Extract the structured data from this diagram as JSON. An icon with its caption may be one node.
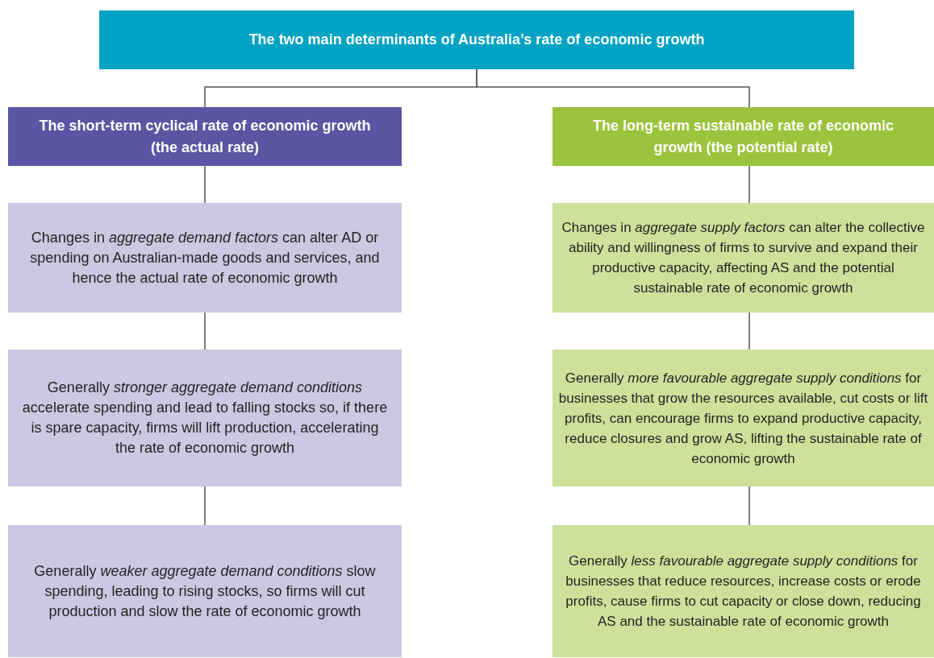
{
  "diagram": {
    "nodes": [
      {
        "text": [
          "The two main determinants of Australia’s rate of economic growth"
        ]
      },
      {
        "text": [
          "The short-term cyclical rate of economic growth (the actual rate)"
        ]
      },
      {
        "text": [
          "Changes in *aggregate demand factors* can alter AD or spending on Australian-made goods and services, and hence the actual rate of economic growth"
        ]
      },
      {
        "text": [
          "Generally *stronger aggregate demand conditions* accelerate spending and lead to falling stocks so, if there is spare capacity, firms will lift production, accelerating the rate of economic growth"
        ]
      },
      {
        "text": [
          "Generally *weaker aggregate demand conditions* slow spending, leading to rising stocks, so firms will cut production and slow the rate of economic growth"
        ]
      },
      {
        "text": [
          "The long-term sustainable rate of economic growth (the potential rate)"
        ]
      },
      {
        "text": [
          "Changes in *aggregate supply factors* can alter the collective ability and willingness of firms to survive and expand their productive capacity, affecting AS and the potential sustainable rate of economic growth"
        ]
      },
      {
        "text": [
          "Generally *more favourable aggregate supply conditions* for businesses that grow the resources available, cut costs or lift profits, can encourage firms to expand productive capacity, reduce closures and grow AS, lifting the sustainable rate of economic growth"
        ]
      },
      {
        "text": [
          "Generally *less favourable aggregate supply conditions* for businesses that reduce resources, increase costs or erode profits, cause firms to cut capacity or close down, reducing AS and the sustainable rate of economic growth"
        ]
      }
    ],
    "edges": [
      {
        "from": 0,
        "to": 1,
        "arrow": "none"
      },
      {
        "from": 0,
        "to": 5,
        "arrow": "none"
      },
      {
        "from": 1,
        "to": 2,
        "arrow": "none"
      },
      {
        "from": 2,
        "to": 3,
        "arrow": "none"
      },
      {
        "from": 3,
        "to": 4,
        "arrow": "none"
      },
      {
        "from": 5,
        "to": 6,
        "arrow": "none"
      },
      {
        "from": 6,
        "to": 7,
        "arrow": "none"
      },
      {
        "from": 7,
        "to": 8,
        "arrow": "none"
      }
    ]
  }
}
